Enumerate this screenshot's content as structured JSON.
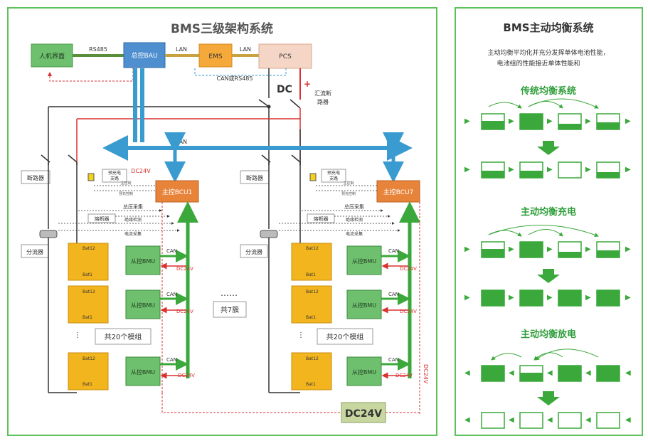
{
  "left": {
    "title": "BMS三级架构系统",
    "hmi": "人机界面",
    "rs485": "RS485",
    "bau": "总控BAU",
    "lan1": "LAN",
    "ems": "EMS",
    "lan2": "LAN",
    "pcs": "PCS",
    "can_rs485": "CAN或RS485",
    "dc": "DC",
    "plus": "+",
    "busbar_breaker": "汇流断路器",
    "can_bus": "CAN",
    "breaker": "断路器",
    "precharge": "预充电支路",
    "dc24v": "DC24V",
    "bcu1": "主控BCU1",
    "bcu7": "主控BCU7",
    "total_voltage": "总压采集",
    "fuse": "熔断器",
    "insulation": "绝缘检测",
    "current_collect": "电流采集",
    "main_ctrl": "主控制",
    "precharge_ctrl": "预充控制",
    "shunt": "分流器",
    "bat12": "Bat12",
    "bat1": "Bat1",
    "bmu": "从控BMU",
    "can": "CAN",
    "modules20": "共20个模组",
    "dots": "……",
    "clusters7": "共7簇",
    "dc24v_box": "DC24V"
  },
  "right": {
    "title": "BMS主动均衡系统",
    "desc_line1": "主动均衡平均化并充分发挥单体电池性能，",
    "desc_line2": "电池组的性能接近单体性能和",
    "section1": "传统均衡系统",
    "section2": "主动均衡充电",
    "section3": "主动均衡放电"
  },
  "colors": {
    "green": "#3aa83a",
    "title_green": "#2e9e3a",
    "blue": "#3a9bd0",
    "orange": "#e8833a",
    "yellow": "#f2b51e",
    "red": "#d93030"
  }
}
